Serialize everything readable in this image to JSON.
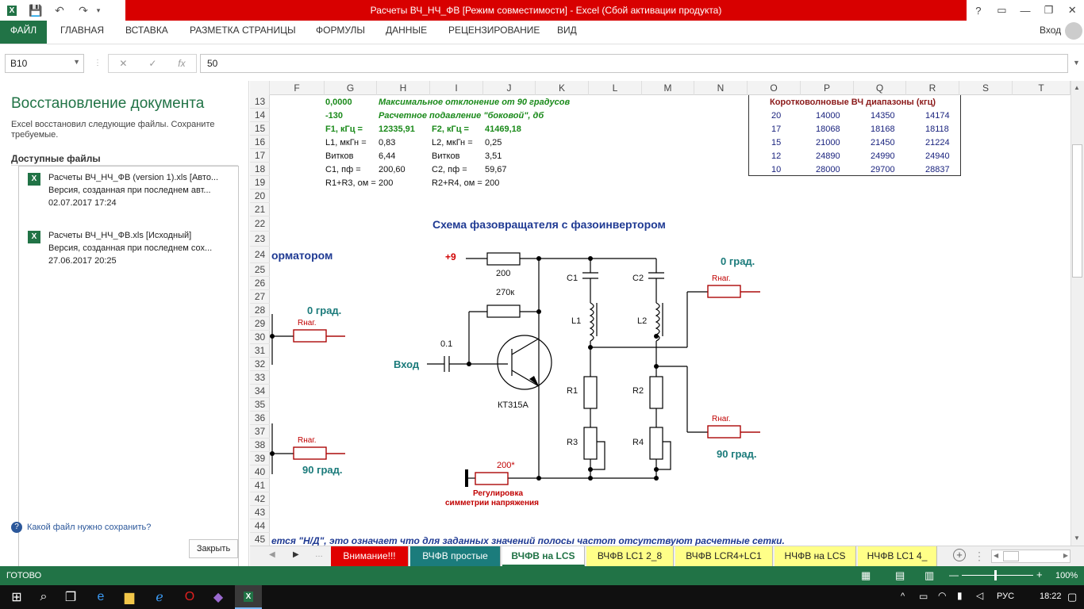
{
  "window": {
    "title": "Расчеты ВЧ_НЧ_ФВ  [Режим совместимости] -  Excel (Сбой активации продукта)",
    "help": "?",
    "minimize": "—",
    "restore": "❐",
    "close": "✕"
  },
  "ribbon": {
    "file": "ФАЙЛ",
    "tabs": [
      "ГЛАВНАЯ",
      "ВСТАВКА",
      "РАЗМЕТКА СТРАНИЦЫ",
      "ФОРМУЛЫ",
      "ДАННЫЕ",
      "РЕЦЕНЗИРОВАНИЕ",
      "ВИД"
    ],
    "signin": "Вход"
  },
  "formula": {
    "namebox": "B10",
    "value": "50",
    "fx": "fx"
  },
  "recovery": {
    "title": "Восстановление документа",
    "desc": "Excel восстановил следующие файлы.  Сохраните требуемые.",
    "available": "Доступные файлы",
    "files": [
      {
        "name": "Расчеты ВЧ_НЧ_ФВ (version 1).xls  [Авто...",
        "version": "Версия, созданная при последнем авт...",
        "date": "02.07.2017 17:24"
      },
      {
        "name": "Расчеты ВЧ_НЧ_ФВ.xls  [Исходный]",
        "version": "Версия, созданная при последнем сох...",
        "date": "27.06.2017 20:25"
      }
    ],
    "help": "Какой файл нужно сохранить?",
    "close": "Закрыть"
  },
  "grid": {
    "columns": [
      "F",
      "G",
      "H",
      "I",
      "J",
      "K",
      "L",
      "M",
      "N",
      "O",
      "P",
      "Q",
      "R",
      "S",
      "T"
    ],
    "rows": [
      "13",
      "14",
      "15",
      "16",
      "17",
      "18",
      "19",
      "20",
      "21",
      "22",
      "23",
      "24",
      "25",
      "26",
      "27",
      "28",
      "29",
      "30",
      "31",
      "32",
      "33",
      "34",
      "35",
      "36",
      "37",
      "38",
      "39",
      "40",
      "41",
      "42",
      "43",
      "44",
      "45"
    ],
    "calc": {
      "r13a": "0,0000",
      "r13b": "Максимальное отклонение от 90 градусов",
      "r14a": "-130",
      "r14b": "Расчетное подавление \"боковой\", дб",
      "f1": "F1, кГц     =",
      "f1v": "12335,91",
      "f2": "F2, кГц     =",
      "f2v": "41469,18",
      "l1": "L1, мкГн  =",
      "l1v": "0,83",
      "l2": "L2, мкГн =",
      "l2v": "0,25",
      "w1": "Витков",
      "w1v": "6,44",
      "w2": "Витков",
      "w2v": "3,51",
      "c1": "C1, пф     =",
      "c1v": "200,60",
      "c2": "C2, пф     =",
      "c2v": "59,67",
      "r1": "R1+R3, ом =",
      "r1v": "200",
      "r2": "R2+R4, ом =",
      "r2v": "200"
    },
    "bands": {
      "title": "Коротковолновые ВЧ диапазоны (кгц)",
      "rows": [
        [
          "20",
          "14000",
          "14350",
          "14174"
        ],
        [
          "17",
          "18068",
          "18168",
          "18118"
        ],
        [
          "15",
          "21000",
          "21450",
          "21224"
        ],
        [
          "12",
          "24890",
          "24990",
          "24940"
        ],
        [
          "10",
          "28000",
          "29700",
          "28837"
        ]
      ]
    },
    "schematic": {
      "title": "Схема фазовращателя с фазоинвертором",
      "left_title": "орматором",
      "plus9": "+9",
      "r200": "200",
      "r270": "270к",
      "c01": "0.1",
      "input": "Вход",
      "transistor": "КТ315А",
      "c1": "C1",
      "c2": "C2",
      "l1": "L1",
      "l2": "L2",
      "r1": "R1",
      "r2": "R2",
      "r3": "R3",
      "r4": "R4",
      "r200s": "200*",
      "reg1": "Регулировка",
      "reg2": "симметрии напряжения",
      "deg0": "0 град.",
      "deg90": "90 град.",
      "rload": "Rнаг.",
      "deg0_left": "0 град.",
      "deg90_left": "90 град."
    },
    "note": "ется \"Н/Д\", это означает что для заданных значений полосы частот отсутствуют расчетные сетки."
  },
  "sheets": [
    {
      "label": "Внимание!!!",
      "bg": "#e00000",
      "fg": "#ffffff"
    },
    {
      "label": "ВЧФВ простые",
      "bg": "#1b7c7c",
      "fg": "#ffffff"
    },
    {
      "label": "ВЧФВ на LCS",
      "bg": "#ffffff",
      "fg": "#217346"
    },
    {
      "label": "ВЧФВ LC1 2_8",
      "bg": "#ffff88",
      "fg": "#222222"
    },
    {
      "label": "ВЧФВ LCR4+LC1",
      "bg": "#ffff88",
      "fg": "#222222"
    },
    {
      "label": "НЧФВ на LCS",
      "bg": "#ffff88",
      "fg": "#222222"
    },
    {
      "label": "НЧФВ LC1 4_",
      "bg": "#ffff88",
      "fg": "#222222"
    }
  ],
  "status": {
    "ready": "ГОТОВО",
    "zoom": "100%"
  },
  "taskbar": {
    "lang": "РУС",
    "time": "18:22"
  }
}
